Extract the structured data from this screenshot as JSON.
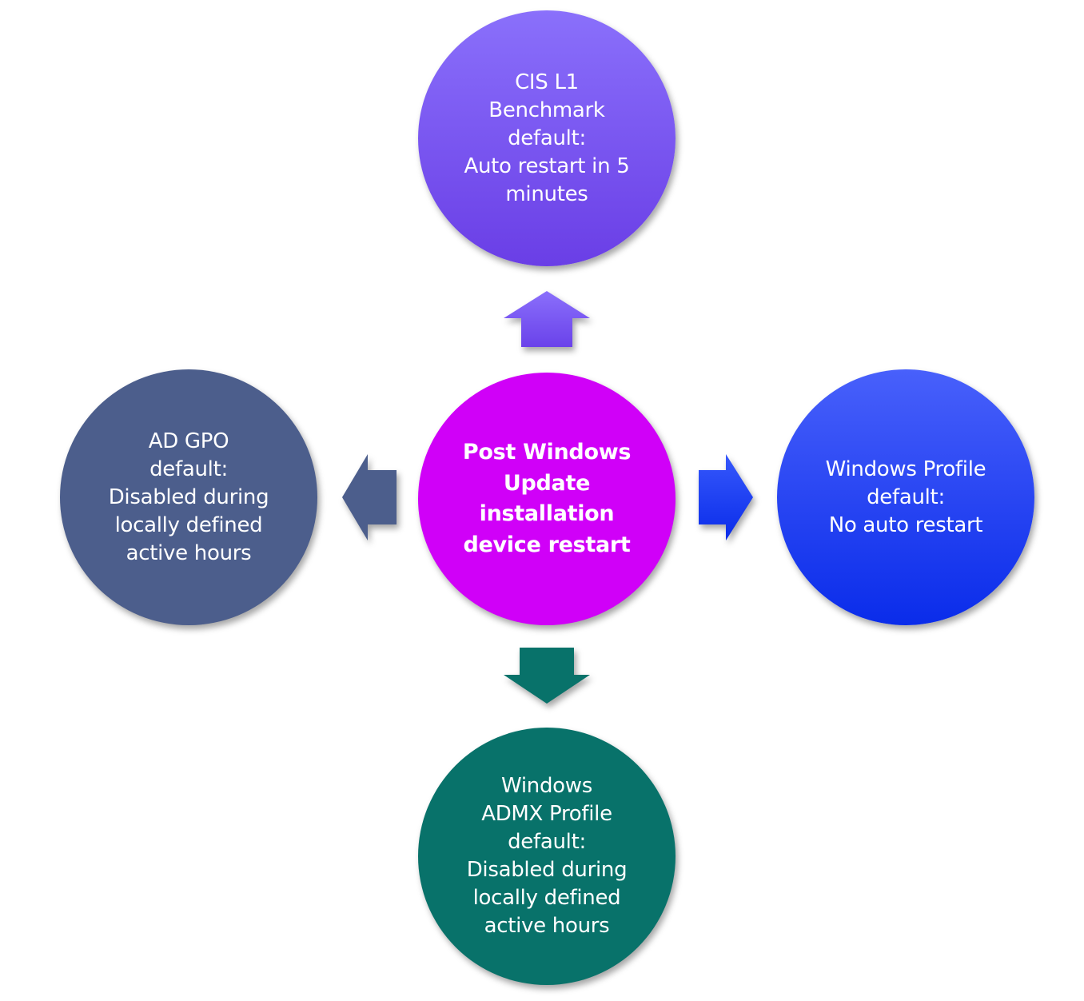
{
  "diagram": {
    "center": {
      "label": "Post Windows\nUpdate\ninstallation\ndevice restart",
      "color": "#d000f8"
    },
    "nodes": [
      {
        "id": "top",
        "label": "CIS L1\nBenchmark\ndefault:\nAuto restart in 5\nminutes",
        "color": "#7b55f3",
        "arrow_direction": "up"
      },
      {
        "id": "left",
        "label": "AD GPO\ndefault:\nDisabled during\nlocally defined\nactive hours",
        "color": "#4c5e8c",
        "arrow_direction": "left"
      },
      {
        "id": "right",
        "label": "Windows Profile\ndefault:\nNo auto restart",
        "color": "#1a3cf0",
        "arrow_direction": "right"
      },
      {
        "id": "bottom",
        "label": "Windows\nADMX Profile\ndefault:\nDisabled during\nlocally defined\nactive hours",
        "color": "#08726a",
        "arrow_direction": "down"
      }
    ]
  }
}
